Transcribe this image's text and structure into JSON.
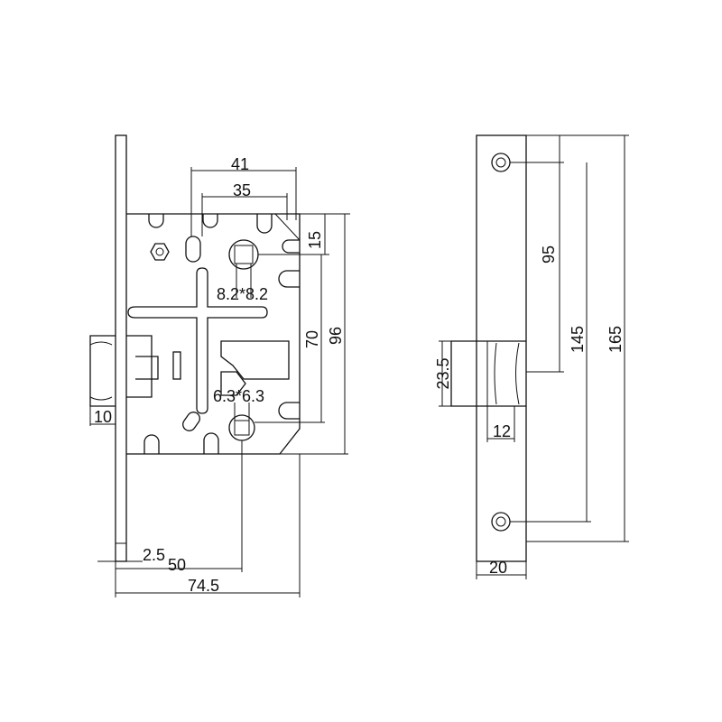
{
  "dimensions": {
    "d41": "41",
    "d35": "35",
    "d15": "15",
    "d70": "70",
    "d96": "96",
    "d8_2": "8.2*8.2",
    "d6_3": "6.3*6.3",
    "d10": "10",
    "d2_5": "2.5",
    "d50": "50",
    "d74_5": "74.5",
    "d95": "95",
    "d145": "145",
    "d165": "165",
    "d23_5": "23.5",
    "d12": "12",
    "d20": "20"
  }
}
